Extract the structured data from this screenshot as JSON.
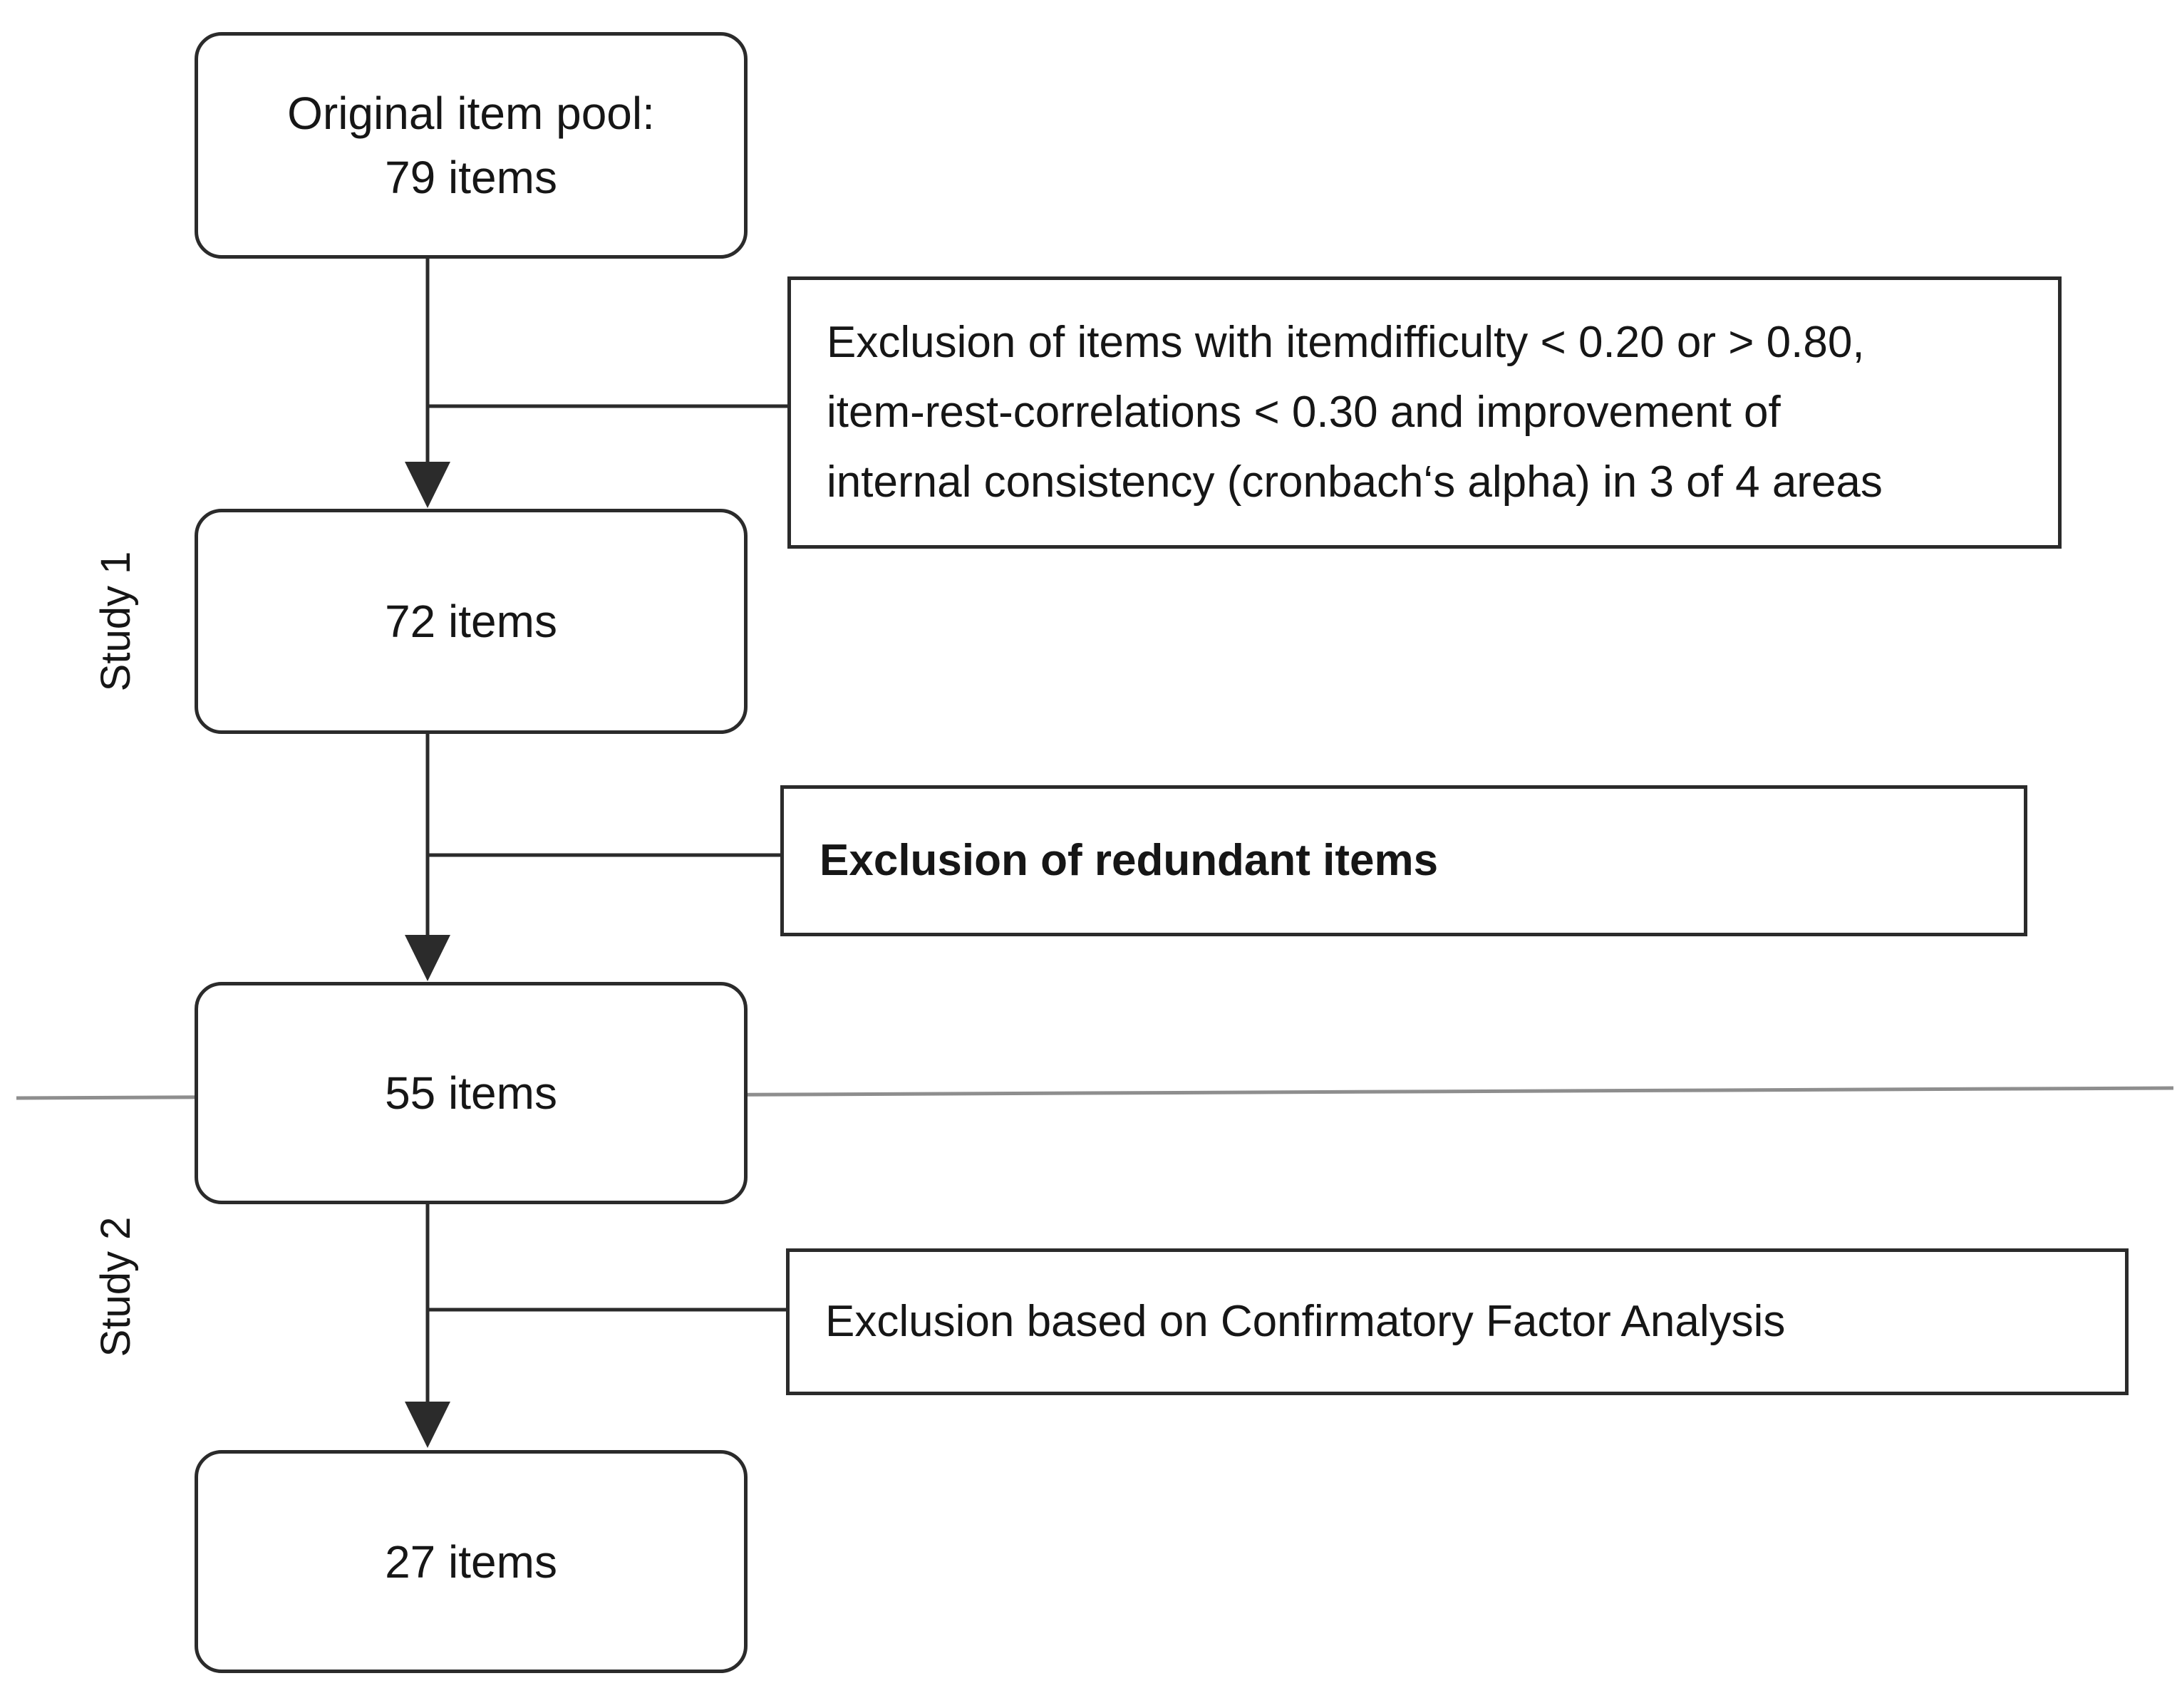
{
  "colors": {
    "line": "#2b2b2b",
    "text": "#161616",
    "divider": "#8e8e8e",
    "background": "#ffffff"
  },
  "flow": {
    "box1": {
      "line1": "Original item pool:",
      "line2": "79 items"
    },
    "box2": {
      "label": "72 items"
    },
    "box3": {
      "label": "55 items"
    },
    "box4": {
      "label": "27 items"
    }
  },
  "annotations": {
    "a1": {
      "lines": [
        "Exclusion of items with itemdifficulty < 0.20 or > 0.80,",
        "item-rest-correlations < 0.30 and improvement of",
        "internal consistency (cronbach‘s alpha) in 3 of 4 areas"
      ]
    },
    "a2": {
      "text": "Exclusion of redundant items"
    },
    "a3": {
      "text": "Exclusion based on Confirmatory Factor Analysis"
    }
  },
  "side_labels": {
    "study1": "Study 1",
    "study2": "Study 2"
  }
}
